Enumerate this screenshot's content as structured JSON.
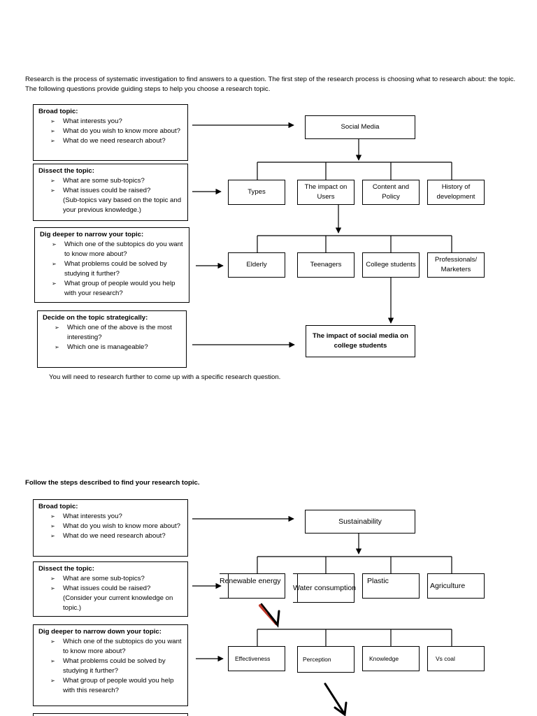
{
  "intro": "Research is the process of systematic investigation to find answers to a question. The first step of the research process is choosing what to research about: the topic. The following questions provide guiding steps to help you choose a research topic.",
  "example": {
    "broad": {
      "title": "Broad topic:",
      "items": [
        "What interests you?",
        "What do you wish to know more about?",
        "What do we need research about?"
      ]
    },
    "dissect": {
      "title": "Dissect the topic:",
      "items": [
        "What are some sub-topics?",
        "What issues could be raised?"
      ],
      "note": "(Sub-topics vary based on the topic and your previous knowledge.)"
    },
    "dig": {
      "title": "Dig deeper to narrow your topic:",
      "items": [
        "Which one of the subtopics do you want to know more about?",
        "What problems could be solved by studying it further?",
        "What group of people would you help with your research?"
      ]
    },
    "decide": {
      "title": "Decide on the topic strategically:",
      "items": [
        "Which one of the above is the most interesting?",
        "Which one is manageable?"
      ]
    },
    "root": "Social Media",
    "subtopics": [
      "Types",
      "The impact on Users",
      "Content and Policy",
      "History of development"
    ],
    "groups": [
      "Elderly",
      "Teenagers",
      "College students",
      "Professionals/ Marketers"
    ],
    "final": "The impact of social media on college students"
  },
  "footnote": "You will need to research further to come up with a specific research question.",
  "section2_title": "Follow the steps described to find your research topic.",
  "exercise": {
    "broad": {
      "title": "Broad topic:",
      "items": [
        "What interests you?",
        "What do you wish to know more about?",
        "What do we need research about?"
      ]
    },
    "dissect": {
      "title": "Dissect the topic:",
      "items": [
        "What are some sub-topics?",
        "What issues could be raised?"
      ],
      "note": "(Consider your current knowledge on topic.)"
    },
    "dig": {
      "title": "Dig deeper to narrow down your topic:",
      "items": [
        "Which one of the subtopics do you want to know more about?",
        "What problems could be solved by studying it further?",
        "What group of people would you help with this research?"
      ]
    },
    "root": "Sustainability",
    "subtopics": [
      "Renewable energy",
      "Water consumption",
      "Plastic",
      "Agriculture"
    ],
    "narrow": [
      "Effectiveness",
      "Perception",
      "Knowledge",
      "Vs coal"
    ]
  },
  "colors": {
    "ink": "#000000",
    "accent_arrow": "#c0392b"
  }
}
